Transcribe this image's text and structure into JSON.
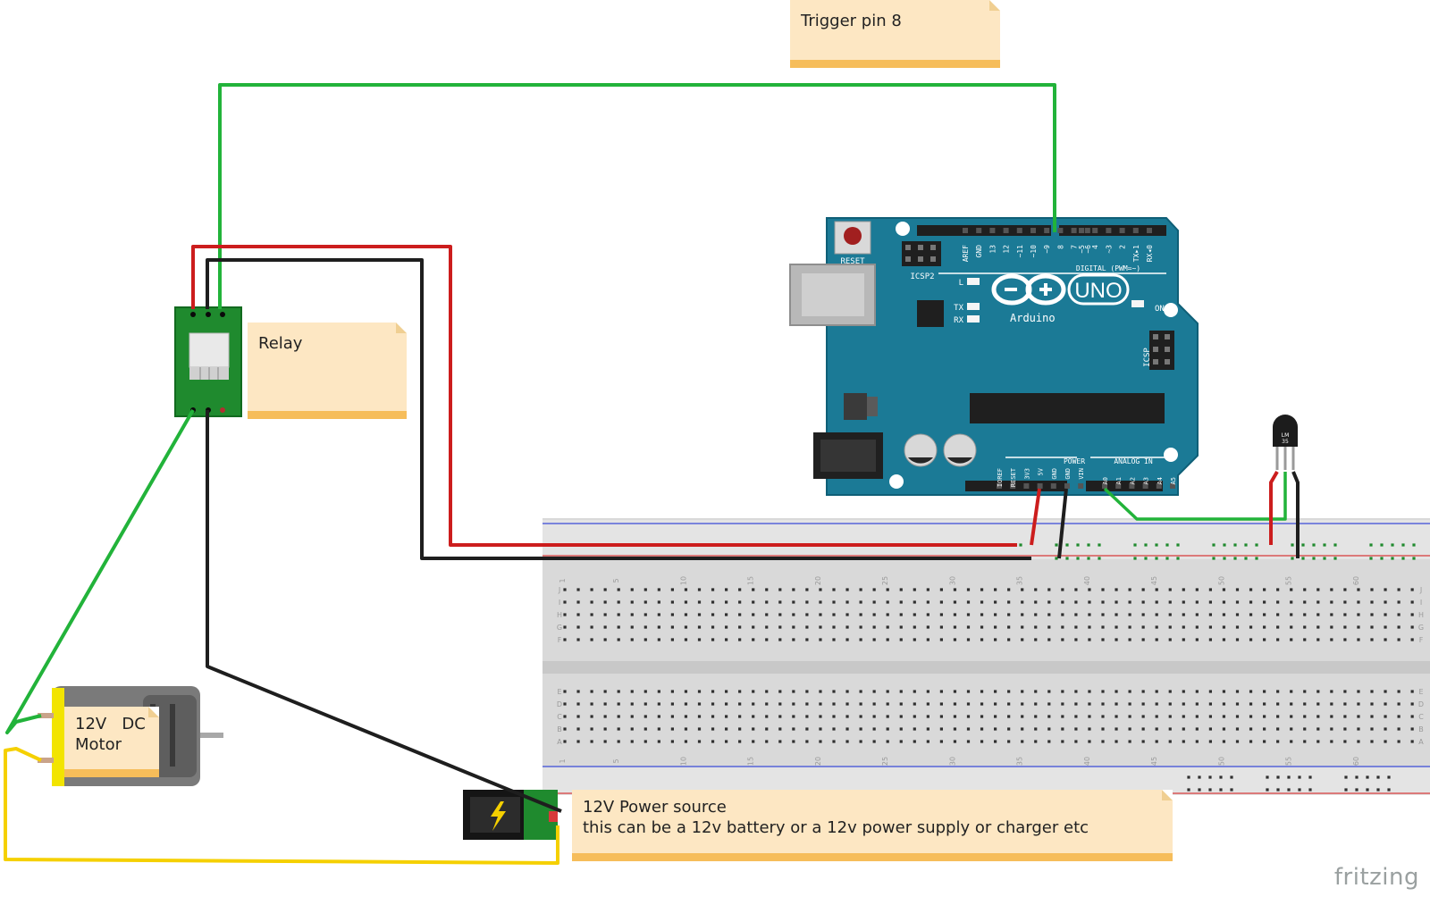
{
  "notes": {
    "trigger": "Trigger pin 8",
    "relay": "Relay",
    "motor_line1": "12V   DC",
    "motor_line2": "Motor",
    "power_line1": "12V Power source",
    "power_line2": "this can be a 12v battery or a 12v power supply or charger etc"
  },
  "arduino": {
    "brand": "Arduino",
    "model": "UNO",
    "reset_label": "RESET",
    "icsp2_label": "ICSP2",
    "icsp_label": "ICSP",
    "digital_label": "DIGITAL (PWM=~)",
    "power_label": "POWER",
    "analog_label": "ANALOG IN",
    "on_label": "ON",
    "led_l": "L",
    "led_tx": "TX",
    "led_rx": "RX",
    "digital_pins": [
      "AREF",
      "GND",
      "13",
      "12",
      "~11",
      "~10",
      "~9",
      "8",
      "7",
      "~6",
      "~5",
      "4",
      "~3",
      "2",
      "TX▸1",
      "RX◂0"
    ],
    "power_pins": [
      "IOREF",
      "RESET",
      "3V3",
      "5V",
      "GND",
      "GND",
      "VIN"
    ],
    "analog_pins": [
      "A0",
      "A1",
      "A2",
      "A3",
      "A4",
      "A5"
    ]
  },
  "sensor": {
    "label_line1": "LM",
    "label_line2": "35"
  },
  "breadboard": {
    "column_numbers": [
      "1",
      "5",
      "10",
      "15",
      "20",
      "25",
      "30",
      "35",
      "40",
      "45",
      "50",
      "55",
      "60"
    ],
    "row_letters_top": [
      "J",
      "I",
      "H",
      "G",
      "F"
    ],
    "row_letters_bottom": [
      "E",
      "D",
      "C",
      "B",
      "A"
    ]
  },
  "logo": "fritzing",
  "colors": {
    "wire_green": "#22b33a",
    "wire_red": "#cc1d1d",
    "wire_black": "#1e1e1e",
    "wire_yellow": "#f5d000",
    "arduino_teal": "#1b7a96",
    "note_bg": "#fde7c3",
    "note_bar": "#f6bd5a"
  }
}
